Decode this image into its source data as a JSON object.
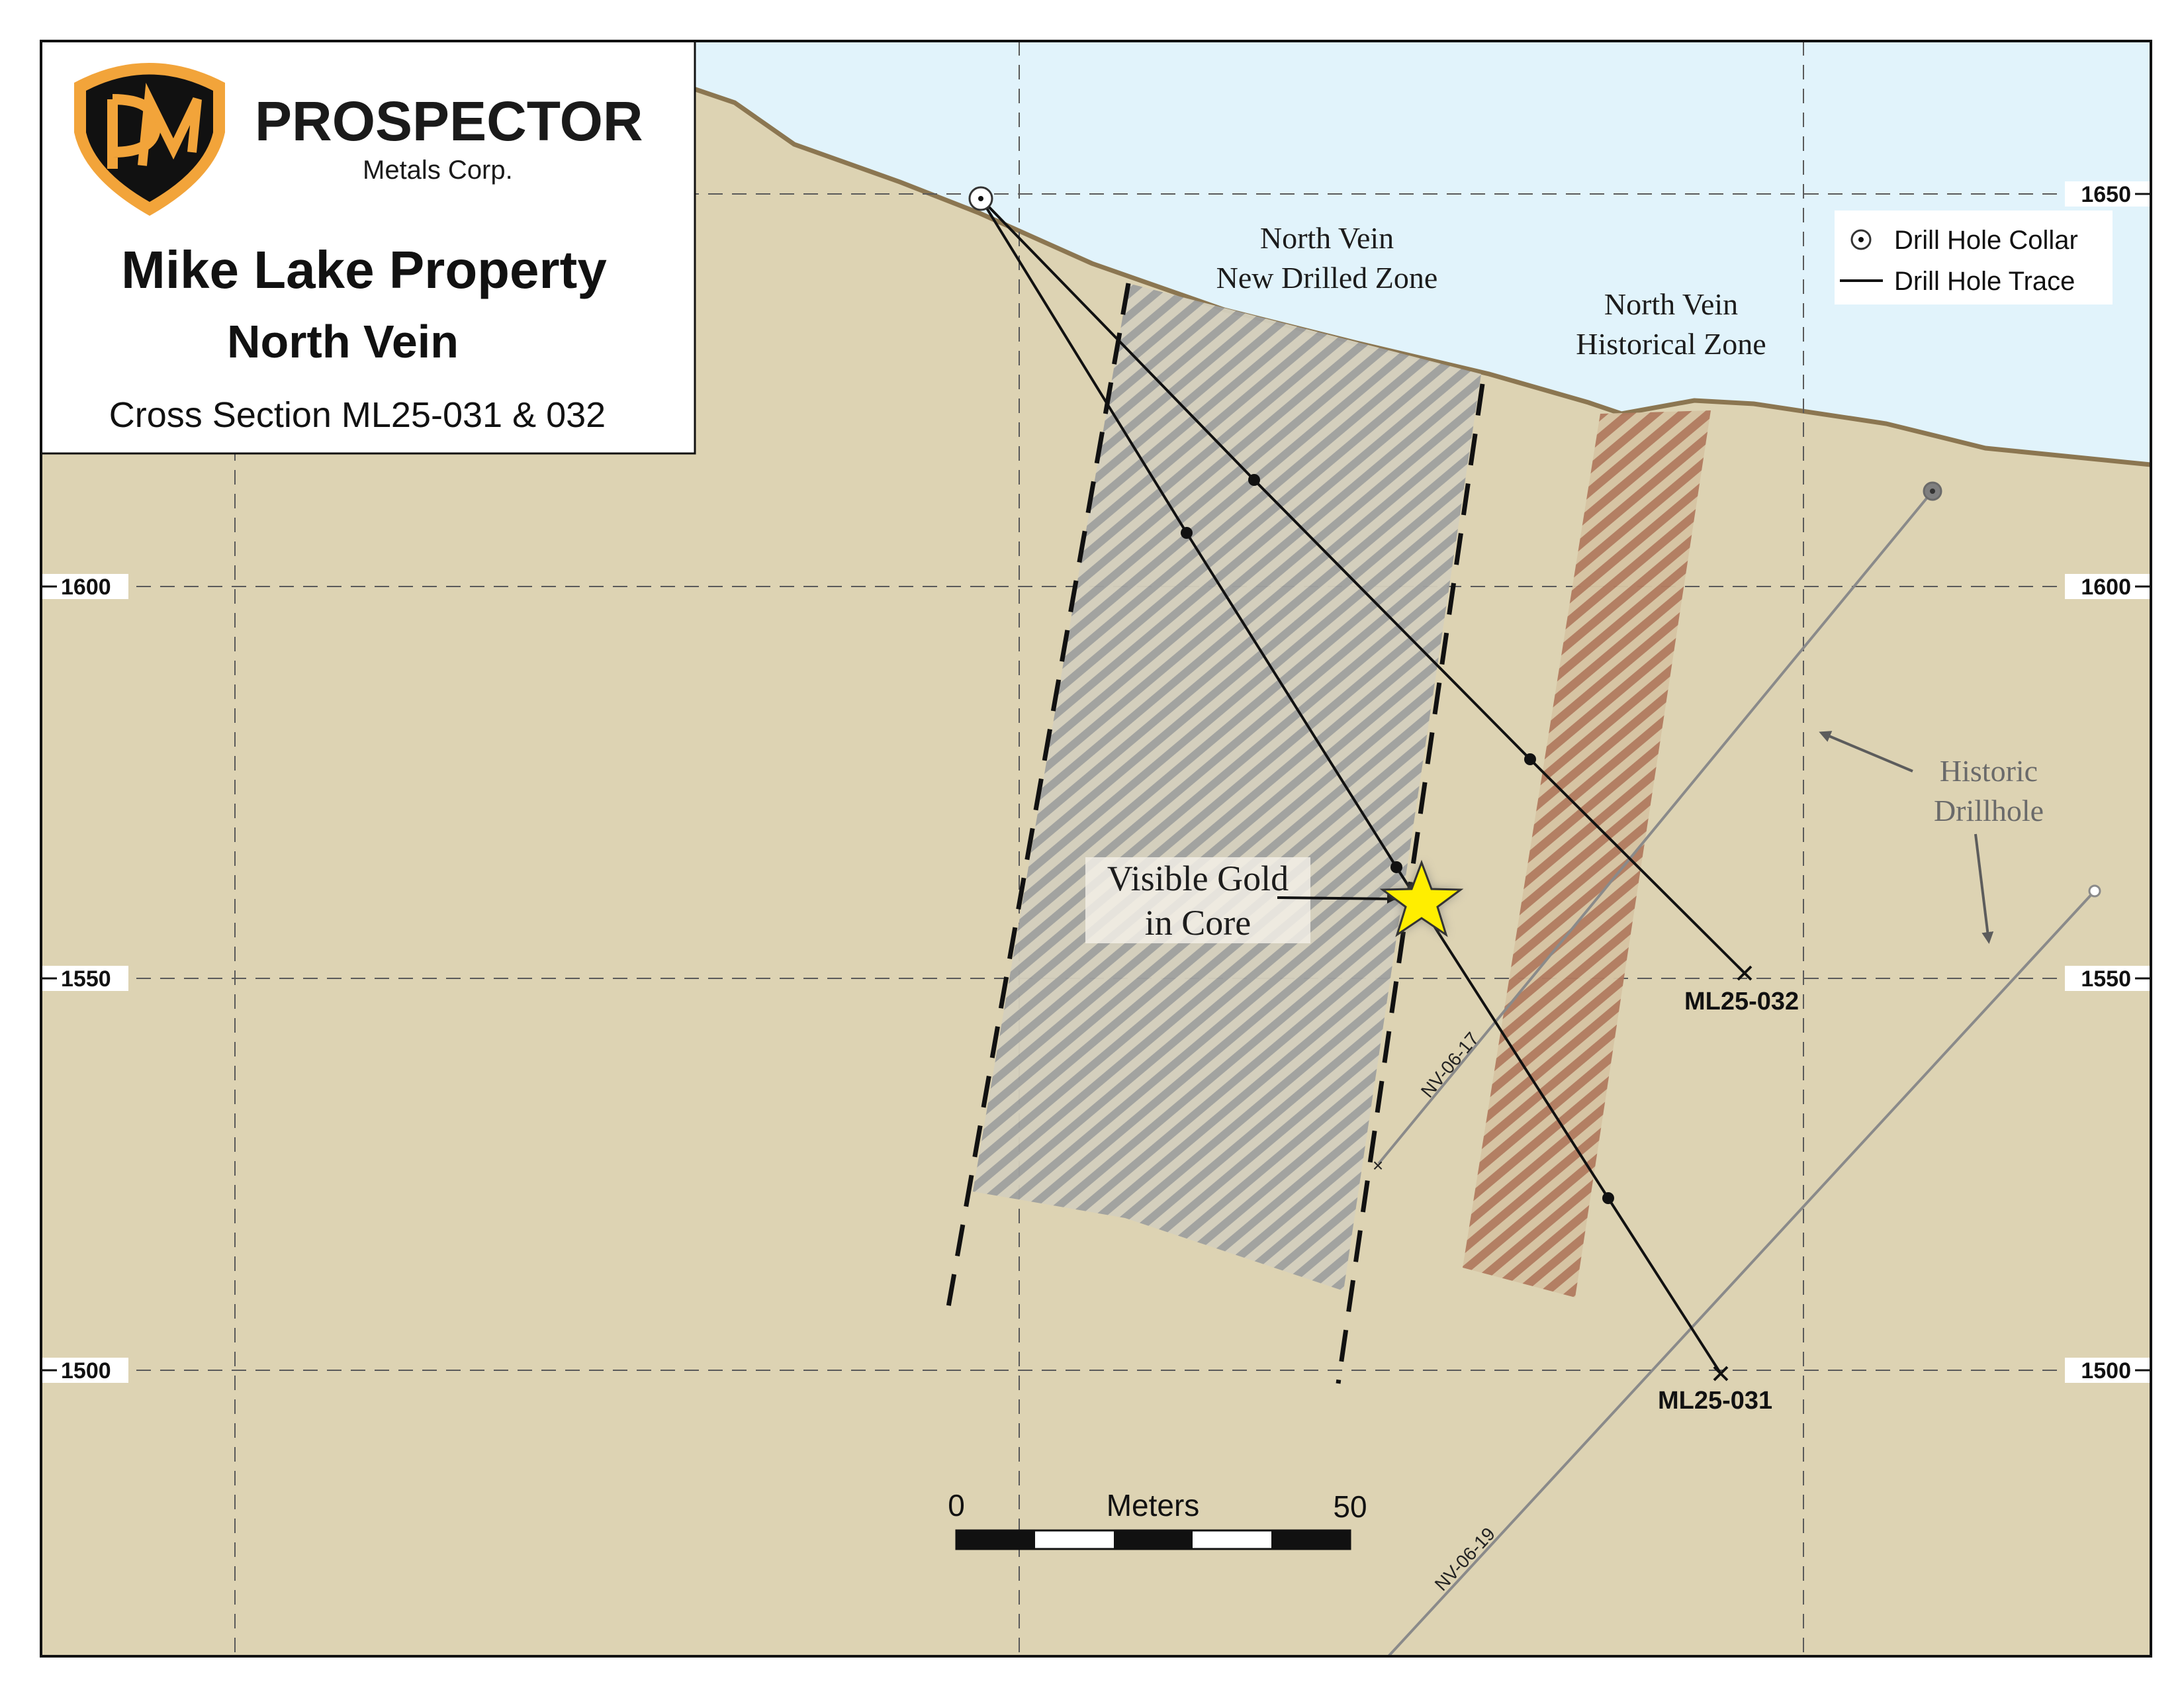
{
  "company": {
    "logo_mark": "PM",
    "name": "PROSPECTOR",
    "subname": "Metals Corp.",
    "logo_colors": {
      "shield": "#f2a43a",
      "mark": "#111111"
    }
  },
  "title": {
    "property": "Mike Lake Property",
    "vein": "North Vein",
    "section": "Cross Section ML25-031 & 032"
  },
  "elevation_ticks": {
    "left": [
      "1600",
      "1550",
      "1500"
    ],
    "right": [
      "1650",
      "1600",
      "1550",
      "1500"
    ]
  },
  "zones": {
    "new_drilled": {
      "line1": "North Vein",
      "line2": "New Drilled Zone"
    },
    "historical": {
      "line1": "North Vein",
      "line2": "Historical Zone"
    }
  },
  "drill_holes": {
    "ml25_031": {
      "label": "ML25-031"
    },
    "ml25_032": {
      "label": "ML25-032"
    },
    "nv_06_17": {
      "label": "NV-06-17"
    },
    "nv_06_19": {
      "label": "NV-06-19"
    }
  },
  "annotations": {
    "visible_gold": {
      "line1": "Visible Gold",
      "line2": "in Core"
    },
    "historic_drillhole": {
      "line1": "Historic",
      "line2": "Drillhole"
    }
  },
  "legend": {
    "collar": "Drill Hole Collar",
    "trace": "Drill Hole Trace"
  },
  "scale_bar": {
    "start": "0",
    "unit": "Meters",
    "end": "50"
  },
  "colors": {
    "sky": "#e1f3fb",
    "ground": "#ddd3b3",
    "surface_line": "#8b7651",
    "new_zone_hatch": "#9a9b9a",
    "historical_zone_hatch": "#b07a5f",
    "gold_star": "#ffee00"
  }
}
